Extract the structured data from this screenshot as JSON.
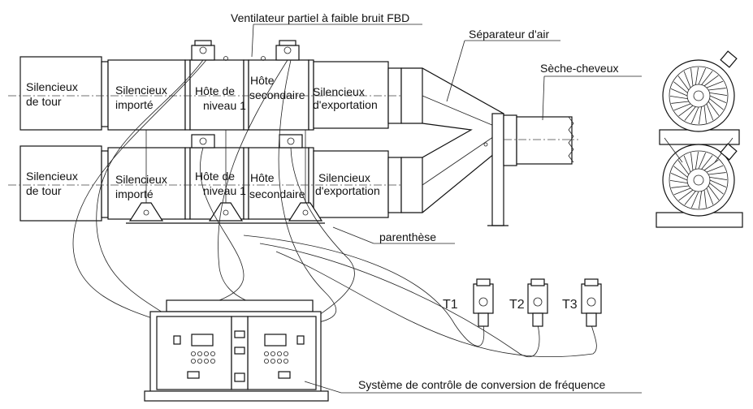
{
  "diagram": {
    "row_top": {
      "tower_silencer": "Silencieux|de tour",
      "intake_silencer": "Silencieux|importé",
      "host_level1": "Hôte de|niveau 1",
      "host_secondary": "Hôte|secondaire",
      "export_silencer": "Silencieux|d'exportation"
    },
    "row_bottom": {
      "tower_silencer": "Silencieux|de tour",
      "intake_silencer": "Silencieux|importé",
      "host_level1": "Hôte de|niveau 1",
      "host_secondary": "Hôte|secondaire",
      "export_silencer": "Silencieux|d'exportation"
    },
    "callouts": {
      "fan": "Ventilateur partiel à faible bruit FBD",
      "air_separator": "Séparateur d'air",
      "dryer": "Sèche-cheveux",
      "bracket": "parenthèse",
      "vfd": "Système de contrôle de conversion de fréquence"
    },
    "sensors": [
      "T1",
      "T2",
      "T3"
    ]
  }
}
